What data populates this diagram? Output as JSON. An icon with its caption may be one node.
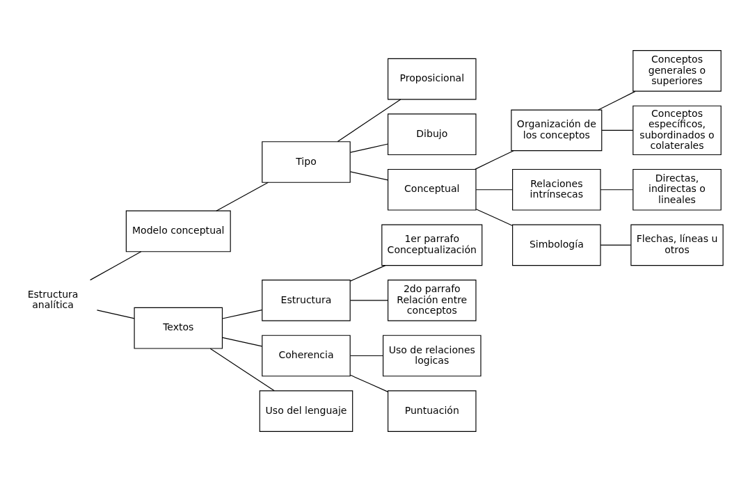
{
  "diagram": {
    "nodes": [
      {
        "text": [
          "Estructura analítica"
        ]
      },
      {
        "text": [
          "Modelo conceptual"
        ]
      },
      {
        "text": [
          "Tipo"
        ]
      },
      {
        "text": [
          "Proposicional"
        ]
      },
      {
        "text": [
          "Dibujo"
        ]
      },
      {
        "text": [
          "Conceptual"
        ]
      },
      {
        "text": [
          "Organización de los conceptos"
        ]
      },
      {
        "text": [
          "Conceptos generales o superiores"
        ]
      },
      {
        "text": [
          "Conceptos específicos, subordinados o colaterales"
        ]
      },
      {
        "text": [
          "Relaciones intrínsecas"
        ]
      },
      {
        "text": [
          "Directas, indirectas o lineales"
        ]
      },
      {
        "text": [
          "Simbología"
        ]
      },
      {
        "text": [
          "Flechas, líneas u otros"
        ]
      },
      {
        "text": [
          "Textos"
        ]
      },
      {
        "text": [
          "Estructura"
        ]
      },
      {
        "text": [
          "1er parrafo Conceptualización"
        ]
      },
      {
        "text": [
          "2do parrafo Relación entre conceptos"
        ]
      },
      {
        "text": [
          "Coherencia"
        ]
      },
      {
        "text": [
          "Uso de relaciones logicas"
        ]
      },
      {
        "text": [
          "Puntuación"
        ]
      },
      {
        "text": [
          "Uso del lenguaje"
        ]
      }
    ],
    "edges": [
      {
        "from": 0,
        "to": 1,
        "arrow": "none"
      },
      {
        "from": 0,
        "to": 13,
        "arrow": "none"
      },
      {
        "from": 1,
        "to": 2,
        "arrow": "none"
      },
      {
        "from": 2,
        "to": 3,
        "arrow": "none"
      },
      {
        "from": 2,
        "to": 4,
        "arrow": "none"
      },
      {
        "from": 2,
        "to": 5,
        "arrow": "none"
      },
      {
        "from": 5,
        "to": 6,
        "arrow": "none"
      },
      {
        "from": 5,
        "to": 9,
        "arrow": "none"
      },
      {
        "from": 5,
        "to": 11,
        "arrow": "none"
      },
      {
        "from": 6,
        "to": 7,
        "arrow": "none"
      },
      {
        "from": 6,
        "to": 8,
        "arrow": "none"
      },
      {
        "from": 9,
        "to": 10,
        "arrow": "none"
      },
      {
        "from": 11,
        "to": 12,
        "arrow": "none"
      },
      {
        "from": 13,
        "to": 14,
        "arrow": "none"
      },
      {
        "from": 13,
        "to": 17,
        "arrow": "none"
      },
      {
        "from": 13,
        "to": 20,
        "arrow": "none"
      },
      {
        "from": 14,
        "to": 15,
        "arrow": "none"
      },
      {
        "from": 14,
        "to": 16,
        "arrow": "none"
      },
      {
        "from": 17,
        "to": 18,
        "arrow": "none"
      },
      {
        "from": 17,
        "to": 19,
        "arrow": "none"
      }
    ]
  }
}
